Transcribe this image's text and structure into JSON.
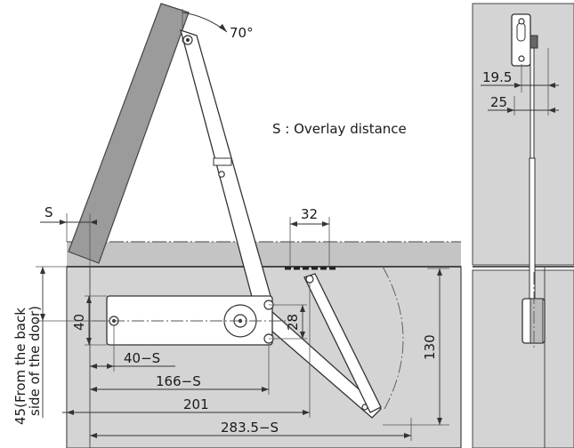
{
  "labels": {
    "angle": "70°",
    "legend": "S : Overlay distance",
    "s_mark": "S",
    "dim_32": "32",
    "dim_40": "40",
    "dim_28": "28",
    "dim_130": "130",
    "dim_40_s": "40−S",
    "dim_166_s": "166−S",
    "dim_201": "201",
    "dim_283_s": "283.5−S",
    "dim_45": "45(From the back",
    "dim_45_cont": "side of the door)",
    "dim_19_5": "19.5",
    "dim_25": "25"
  },
  "colors": {
    "cabinet_fill": "#d4d4d4",
    "door_fill": "#9b9b9b",
    "line": "#333333"
  }
}
